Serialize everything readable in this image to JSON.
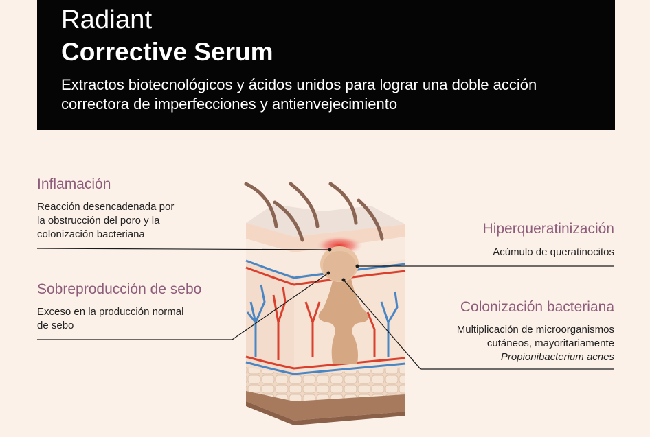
{
  "header": {
    "brand": "Radiant",
    "product": "Corrective Serum",
    "tagline": "Extractos biotecnológicos y ácidos unidos para lograr una doble acción correctora de imperfecciones y antienvejecimiento"
  },
  "annotations": {
    "inflamacion": {
      "title": "Inflamación",
      "desc": [
        "Reacción desencadenada por",
        "la obstrucción del poro y la",
        "colonización bacteriana"
      ]
    },
    "sebo": {
      "title": "Sobreproducción de sebo",
      "desc": [
        "Exceso en la producción normal",
        "de sebo"
      ]
    },
    "hiper": {
      "title": "Hiperqueratinización",
      "desc": [
        "Acúmulo de queratinocitos"
      ]
    },
    "colonizacion": {
      "title": "Colonización bacteriana",
      "desc": [
        "Multiplicación de microorganismos",
        "cutáneos, mayoritariamente",
        "Propionibacterium acnes"
      ]
    }
  },
  "colors": {
    "background": "#fcf1e9",
    "header_bg": "#050505",
    "title_accent": "#8d5c7a",
    "artery_red": "#d9402e",
    "vein_blue": "#4a86c4",
    "sebum": "#d6a783"
  }
}
